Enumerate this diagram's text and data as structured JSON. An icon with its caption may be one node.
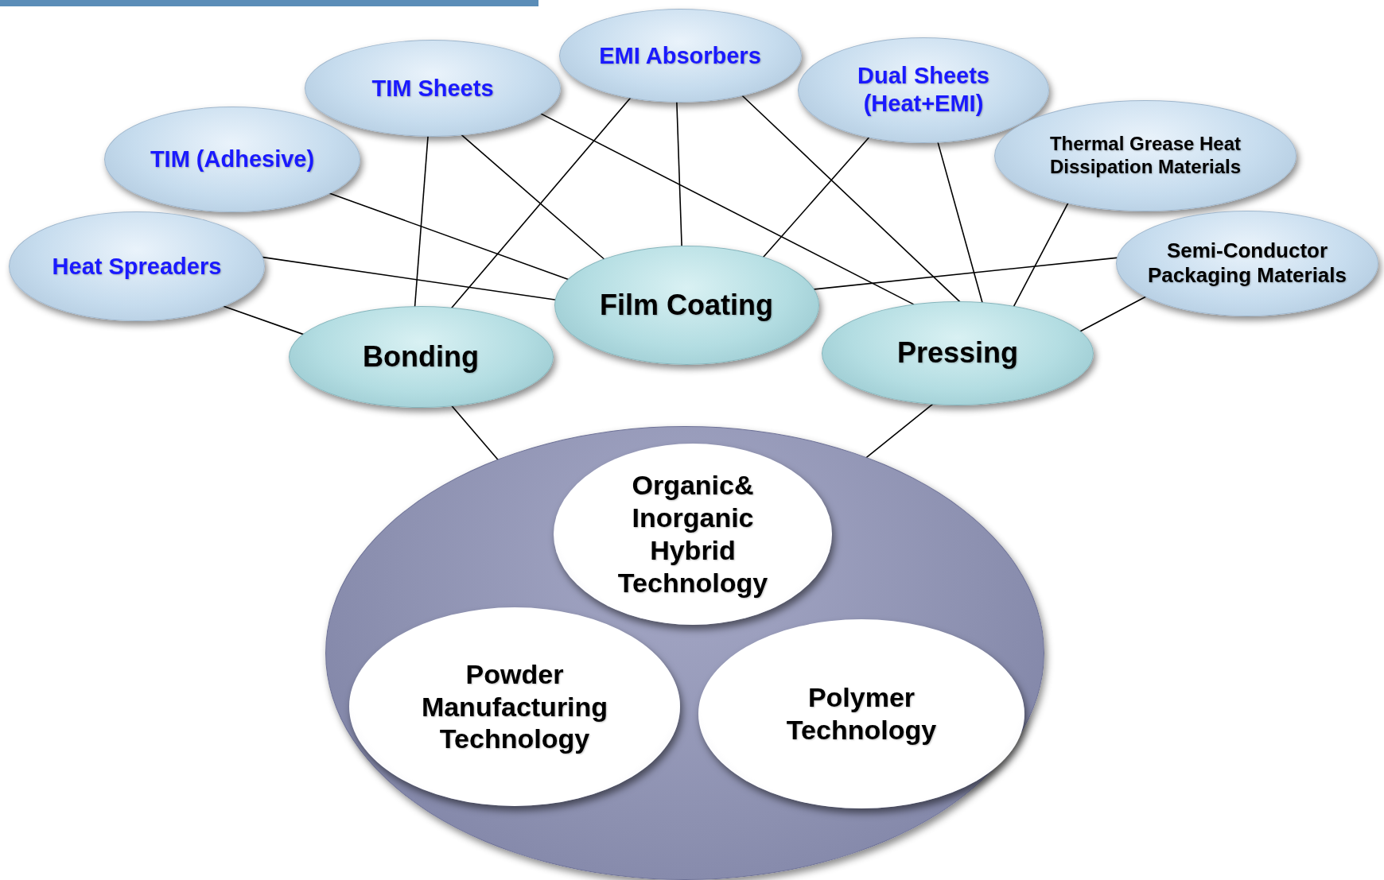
{
  "diagram": {
    "nodes": [
      {
        "text": [
          "TIM Sheets"
        ]
      },
      {
        "text": [
          "EMI Absorbers"
        ]
      },
      {
        "text": [
          "Dual Sheets (Heat+EMI)"
        ]
      },
      {
        "text": [
          "TIM (Adhesive)"
        ]
      },
      {
        "text": [
          "Thermal Grease Heat Dissipation Materials"
        ]
      },
      {
        "text": [
          "Heat Spreaders"
        ]
      },
      {
        "text": [
          "Semi-Conductor Packaging Materials"
        ]
      },
      {
        "text": [
          "Film Coating"
        ]
      },
      {
        "text": [
          "Bonding"
        ]
      },
      {
        "text": [
          "Pressing"
        ]
      },
      {
        "text": [],
        "shape": "ellipse"
      },
      {
        "text": [
          "Organic& Inorganic Hybrid Technology"
        ],
        "in": 10
      },
      {
        "text": [
          "Powder Manufacturing Technology"
        ],
        "in": 10
      },
      {
        "text": [
          "Polymer Technology"
        ],
        "in": 10
      }
    ],
    "edges": [
      {
        "from": 0,
        "to": 8,
        "arrow": "none"
      },
      {
        "from": 0,
        "to": 7,
        "arrow": "none"
      },
      {
        "from": 0,
        "to": 9,
        "arrow": "none"
      },
      {
        "from": 1,
        "to": 8,
        "arrow": "none"
      },
      {
        "from": 1,
        "to": 7,
        "arrow": "none"
      },
      {
        "from": 1,
        "to": 9,
        "arrow": "none"
      },
      {
        "from": 2,
        "to": 7,
        "arrow": "none"
      },
      {
        "from": 2,
        "to": 9,
        "arrow": "none"
      },
      {
        "from": 3,
        "to": 7,
        "arrow": "none"
      },
      {
        "from": 4,
        "to": 9,
        "arrow": "none"
      },
      {
        "from": 5,
        "to": 7,
        "arrow": "none"
      },
      {
        "from": 5,
        "to": 8,
        "arrow": "none"
      },
      {
        "from": 6,
        "to": 7,
        "arrow": "none"
      },
      {
        "from": 6,
        "to": 9,
        "arrow": "none"
      },
      {
        "from": 8,
        "to": 10,
        "arrow": "none"
      },
      {
        "from": 9,
        "to": 10,
        "arrow": "none"
      }
    ]
  }
}
